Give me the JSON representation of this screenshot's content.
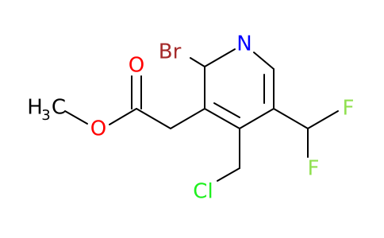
{
  "atoms": {
    "br": "Br",
    "n": "N",
    "o_carbonyl": "O",
    "o_ester": "O",
    "methyl_h": "H",
    "methyl_sub": "3",
    "methyl_c": "C",
    "f_top": "F",
    "f_bottom": "F",
    "cl": "Cl"
  },
  "colors": {
    "bond": "#000000",
    "bromine": "#a52a2a",
    "nitrogen": "#0000ff",
    "oxygen": "#ff0000",
    "fluorine": "#90e050",
    "chlorine": "#1ff01f",
    "carbon": "#000000"
  }
}
